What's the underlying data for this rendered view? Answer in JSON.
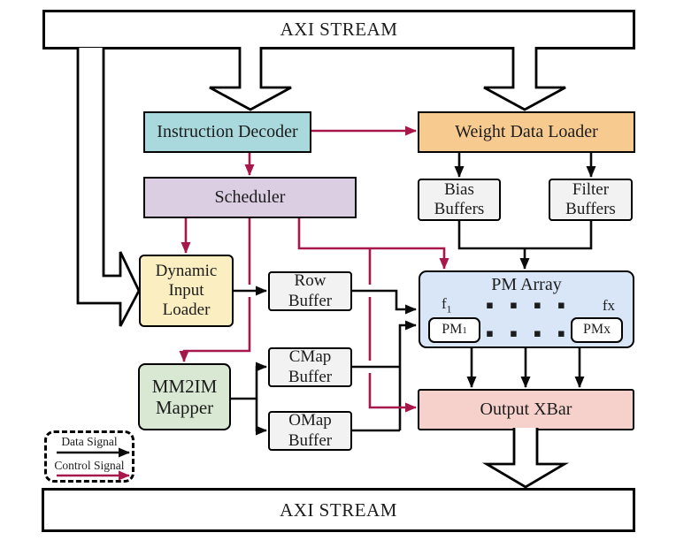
{
  "buses": {
    "top": "AXI STREAM",
    "bottom": "AXI STREAM"
  },
  "blocks": {
    "instruction_decoder": {
      "label": "Instruction Decoder",
      "fill": "#a9d9dc"
    },
    "weight_data_loader": {
      "label": "Weight Data Loader",
      "fill": "#f7cb90"
    },
    "scheduler": {
      "label": "Scheduler",
      "fill": "#dbcde2"
    },
    "bias_buffers": {
      "lines": [
        "Bias",
        "Buffers"
      ],
      "fill": "#f2f2f2"
    },
    "filter_buffers": {
      "lines": [
        "Filter",
        "Buffers"
      ],
      "fill": "#f2f2f2"
    },
    "dynamic_input_loader": {
      "lines": [
        "Dynamic",
        "Input",
        "Loader"
      ],
      "fill": "#fbefc1"
    },
    "row_buffer": {
      "lines": [
        "Row",
        "Buffer"
      ],
      "fill": "#f2f2f2"
    },
    "mm2im_mapper": {
      "lines": [
        "MM2IM",
        "Mapper"
      ],
      "fill": "#d8e8d3"
    },
    "cmap_buffer": {
      "lines": [
        "CMap",
        "Buffer"
      ],
      "fill": "#f2f2f2"
    },
    "omap_buffer": {
      "lines": [
        "OMap",
        "Buffer"
      ],
      "fill": "#f2f2f2"
    },
    "pm_array": {
      "title": "PM Array",
      "f_first_base": "f",
      "f_first_sub": "1",
      "f_last": "fx",
      "pm_first_base": "PM",
      "pm_first_sub": "1",
      "pm_last": "PMx",
      "dots": "▪ ▪ ▪ ▪",
      "fill": "#d8e6f8"
    },
    "output_xbar": {
      "label": "Output XBar",
      "fill": "#f6d1cb"
    }
  },
  "legend": {
    "data_signal_label": "Data Signal",
    "control_signal_label": "Control Signal",
    "data_signal_color": "#000000",
    "control_signal_color": "#a8174a"
  }
}
